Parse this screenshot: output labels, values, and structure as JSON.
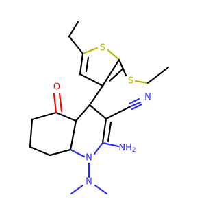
{
  "structure": {
    "atoms": [
      {
        "id": "S_ring",
        "label": "S",
        "color": "#b8b800"
      },
      {
        "id": "S_thio",
        "label": "S",
        "color": "#b8b800"
      },
      {
        "id": "O_ketone",
        "label": "O",
        "color": "#ff0000"
      },
      {
        "id": "N_nitrile",
        "label": "N",
        "color": "#2b2bff"
      },
      {
        "id": "N_amine",
        "label": "NH",
        "subscript": "2",
        "color": "#2b2bff"
      },
      {
        "id": "N_ring",
        "label": "N",
        "color": "#2b2bff"
      },
      {
        "id": "N_dimethyl",
        "label": "N",
        "color": "#2b2bff"
      }
    ]
  }
}
